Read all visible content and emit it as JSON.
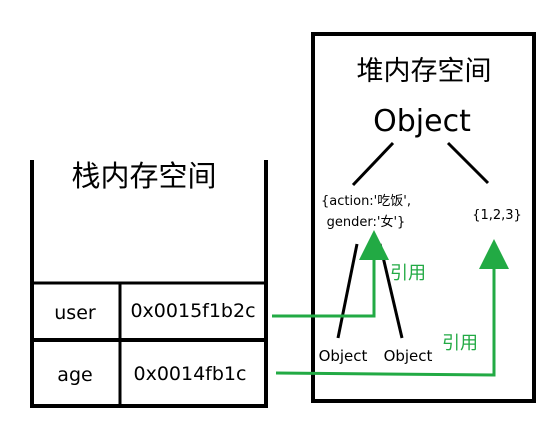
{
  "stack": {
    "title": "栈内存空间",
    "rows": [
      {
        "name": "user",
        "value": "0x0015f1b2c"
      },
      {
        "name": "age",
        "value": "0x0014fb1c"
      }
    ]
  },
  "heap": {
    "title": "堆内存空间",
    "root": "Object",
    "object_line1": "{action:'吃饭',",
    "object_line2": "gender:'女'}",
    "array": "{1,2,3}",
    "child_left": "Object",
    "child_right": "Object"
  },
  "reference_label": "引用",
  "colors": {
    "arrow": "#22aa44",
    "line": "#000000"
  }
}
